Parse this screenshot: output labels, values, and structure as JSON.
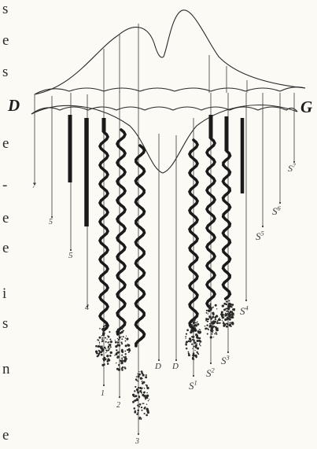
{
  "margin_letters": [
    "s",
    "e",
    "s",
    "e",
    "-",
    "e",
    "e",
    "i",
    "s",
    "n",
    "e"
  ],
  "side_labels": {
    "left": "D",
    "right": "G"
  },
  "left_labels": [
    "7",
    "5",
    "5",
    "4",
    "1",
    "2",
    "3"
  ],
  "center_labels": [
    "D",
    "D"
  ],
  "right_labels": {
    "s7": {
      "base": "S",
      "sup": "7"
    },
    "s6": {
      "base": "S",
      "sup": "6"
    },
    "s5": {
      "base": "S",
      "sup": "5"
    },
    "s4": {
      "base": "S",
      "sup": "4"
    },
    "s3": {
      "base": "S",
      "sup": "3"
    },
    "s2": {
      "base": "S",
      "sup": "2"
    },
    "s1": {
      "base": "S",
      "sup": "1"
    }
  },
  "colors": {
    "ink": "#2a2a2a",
    "paper": "#fbfaf4"
  }
}
